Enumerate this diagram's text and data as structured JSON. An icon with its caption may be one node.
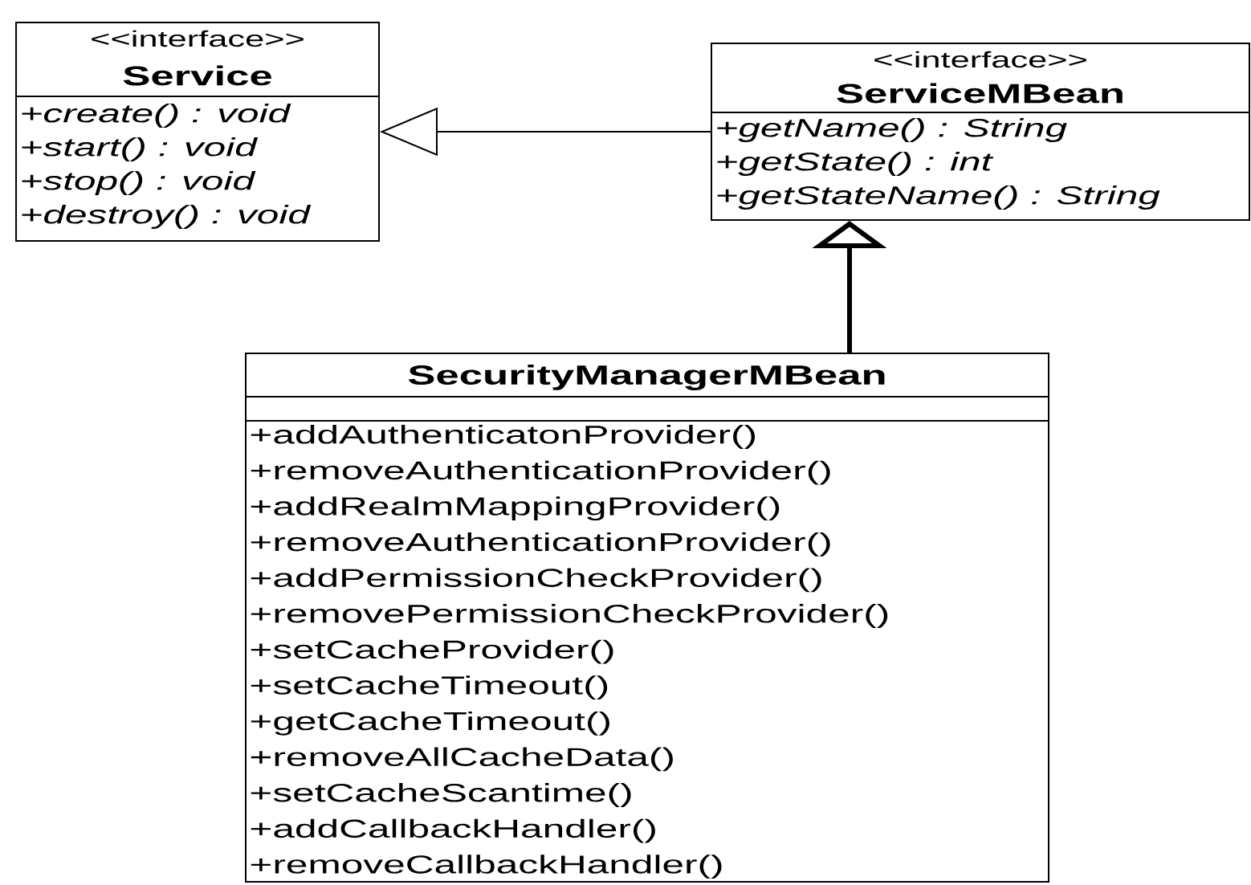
{
  "diagram": {
    "nodes": [
      {
        "text": [
          "<<interface>>",
          "Service",
          "+create() : void",
          "+start() : void",
          "+stop() : void",
          "+destroy() : void"
        ]
      },
      {
        "text": [
          "<<interface>>",
          "ServiceMBean",
          "+getName() : String",
          "+getState() : int",
          "+getStateName() : String"
        ]
      },
      {
        "text": [
          "SecurityManagerMBean",
          "+addAuthenticatonProvider()",
          "+removeAuthenticationProvider()",
          "+addRealmMappingProvider()",
          "+removeAuthenticationProvider()",
          "+addPermissionCheckProvider()",
          "+removePermissionCheckProvider()",
          "+setCacheProvider()",
          "+setCacheTimeout()",
          "+getCacheTimeout()",
          "+removeAllCacheData()",
          "+setCacheScantime()",
          "+addCallbackHandler()",
          "+removeCallbackHandler()"
        ]
      }
    ],
    "edges": [
      {
        "from": 1,
        "to": 0,
        "arrow": "to"
      },
      {
        "from": 2,
        "to": 1,
        "arrow": "to",
        "style": "thick"
      }
    ]
  }
}
